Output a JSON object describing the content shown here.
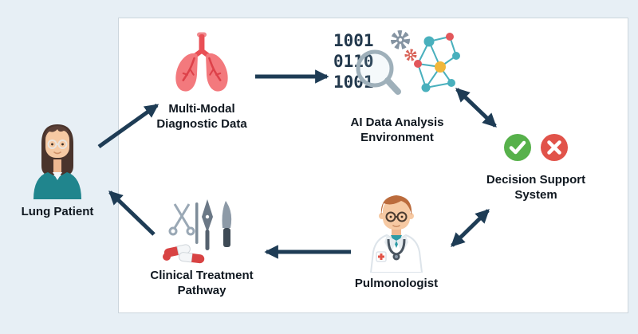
{
  "diagram": {
    "type": "cycle-flow",
    "background_color": "#e7eff5",
    "panel": {
      "bg": "#ffffff",
      "border": "#ccd6dd"
    },
    "arrow_color": "#1e3c55",
    "nodes": {
      "patient": {
        "label": "Lung Patient",
        "icon": "female-patient-icon"
      },
      "diagnostic": {
        "label1": "Multi-Modal",
        "label2": "Diagnostic Data",
        "icon": "lungs-icon"
      },
      "ai": {
        "label1": "AI Data Analysis",
        "label2": "Environment",
        "icon": "binary-magnifier-network-icon",
        "binary_rows": [
          "1001",
          "0110",
          "1001"
        ]
      },
      "decision": {
        "label1": "Decision Support",
        "label2": "System",
        "icons": [
          "check-icon",
          "cross-icon"
        ],
        "check_color": "#57b14b",
        "cross_color": "#e1534a"
      },
      "pulmonologist": {
        "label": "Pulmonologist",
        "icon": "doctor-icon"
      },
      "treatment": {
        "label1": "Clinical Treatment",
        "label2": "Pathway",
        "icon": "surgical-tools-pills-icon"
      }
    },
    "edges": [
      {
        "from": "patient",
        "to": "diagnostic",
        "arrows": "single"
      },
      {
        "from": "diagnostic",
        "to": "ai",
        "arrows": "single"
      },
      {
        "from": "ai",
        "to": "decision",
        "arrows": "double"
      },
      {
        "from": "decision",
        "to": "pulmonologist",
        "arrows": "double"
      },
      {
        "from": "pulmonologist",
        "to": "treatment",
        "arrows": "single"
      },
      {
        "from": "treatment",
        "to": "patient",
        "arrows": "single"
      }
    ]
  }
}
